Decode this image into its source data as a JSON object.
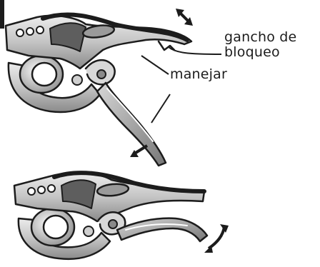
{
  "labels": {
    "locking_hook_line1": "gancho de",
    "locking_hook_line2": "bloqueo",
    "handle": "manejar"
  },
  "colors": {
    "outline": "#1c1c1c",
    "metal_light": "#e3e3e3",
    "metal_mid": "#b9b9b9",
    "metal_dark": "#6f6f6f",
    "background": "#ffffff"
  },
  "icons": [
    "arrow-icon",
    "curved-double-arrow-icon",
    "pipe-cutter-illustration"
  ]
}
